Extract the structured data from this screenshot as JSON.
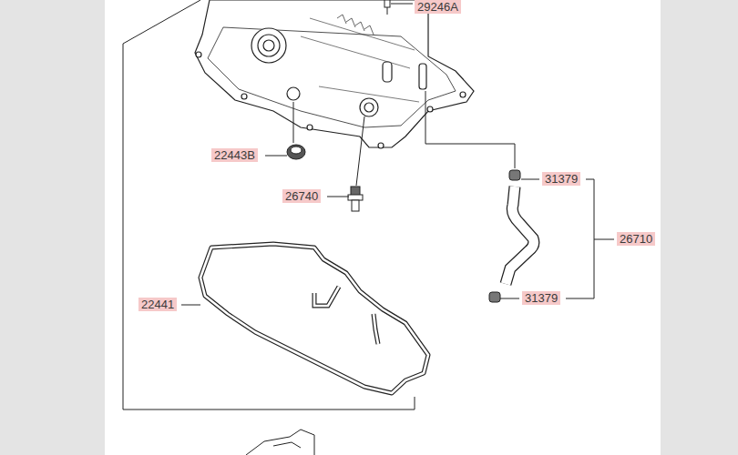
{
  "diagram": {
    "labels": [
      "29246A",
      "22443B",
      "26740",
      "31379",
      "26710",
      "31379",
      "22441"
    ]
  }
}
